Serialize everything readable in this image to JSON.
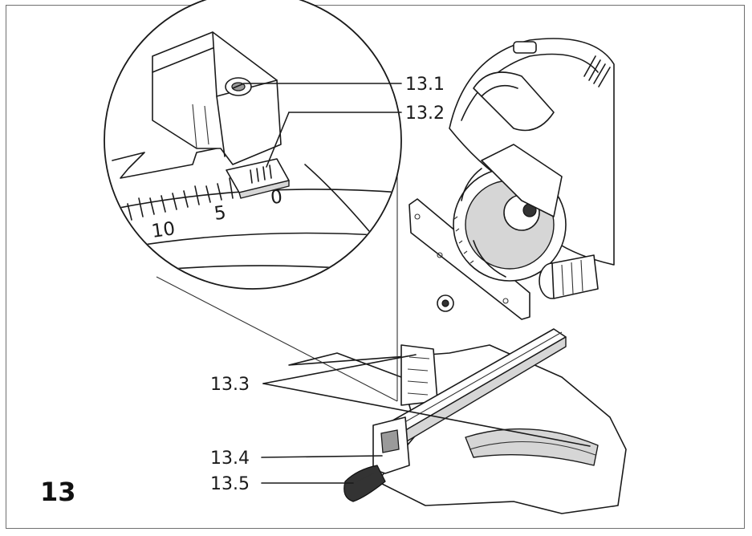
{
  "figure": {
    "number": "13"
  },
  "callouts": [
    {
      "id": "13.1",
      "label": "13.1"
    },
    {
      "id": "13.2",
      "label": "13.2"
    },
    {
      "id": "13.3",
      "label": "13.3"
    },
    {
      "id": "13.4",
      "label": "13.4"
    },
    {
      "id": "13.5",
      "label": "13.5"
    }
  ],
  "scale": {
    "labels": [
      "10",
      "5",
      "0"
    ]
  }
}
